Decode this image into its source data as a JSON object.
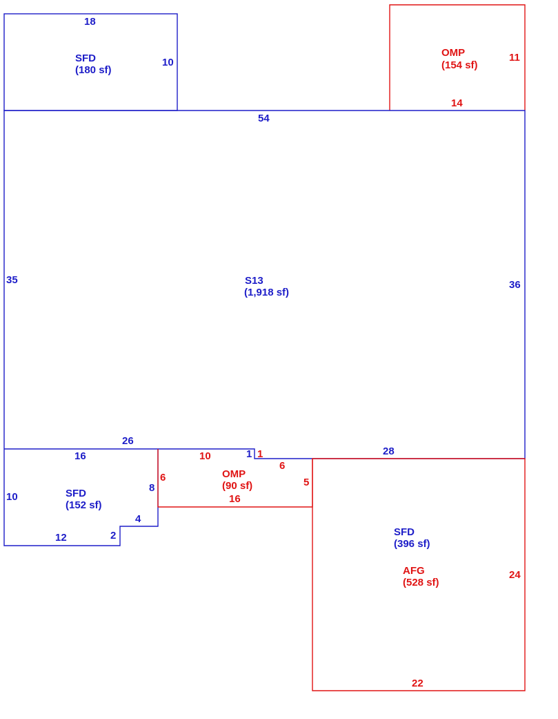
{
  "colors": {
    "blue": "#1d1dc8",
    "red": "#e01414",
    "background": "#ffffff"
  },
  "areas": {
    "sfd_top": {
      "code": "SFD",
      "area": "(180 sf)"
    },
    "omp_top": {
      "code": "OMP",
      "area": "(154 sf)"
    },
    "s13_main": {
      "code": "S13",
      "area": "(1,918 sf)"
    },
    "sfd_bottom_left": {
      "code": "SFD",
      "area": "(152 sf)"
    },
    "omp_bottom": {
      "code": "OMP",
      "area": "(90 sf)"
    },
    "sfd_bottom_right": {
      "code": "SFD",
      "area": "(396 sf)"
    },
    "afg_bottom_right": {
      "code": "AFG",
      "area": "(528 sf)"
    }
  },
  "dimensions": {
    "sfd_top_width": "18",
    "sfd_top_height": "10",
    "omp_top_height": "11",
    "omp_top_width": "14",
    "main_top_width": "54",
    "main_left_height": "35",
    "main_right_height": "36",
    "main_bottom_left": "26",
    "main_bottom_right": "28",
    "step_small_blue": "1",
    "step_small_red": "1",
    "sfd_bl_top": "16",
    "sfd_bl_left": "10",
    "sfd_bl_right": "8",
    "sfd_bl_notch_w": "4",
    "sfd_bl_notch_h": "2",
    "sfd_bl_bottom": "12",
    "omp_b_top": "10",
    "omp_b_left": "6",
    "omp_b_step": "6",
    "omp_b_right": "5",
    "omp_b_bottom": "16",
    "afg_right": "24",
    "afg_bottom": "22"
  }
}
